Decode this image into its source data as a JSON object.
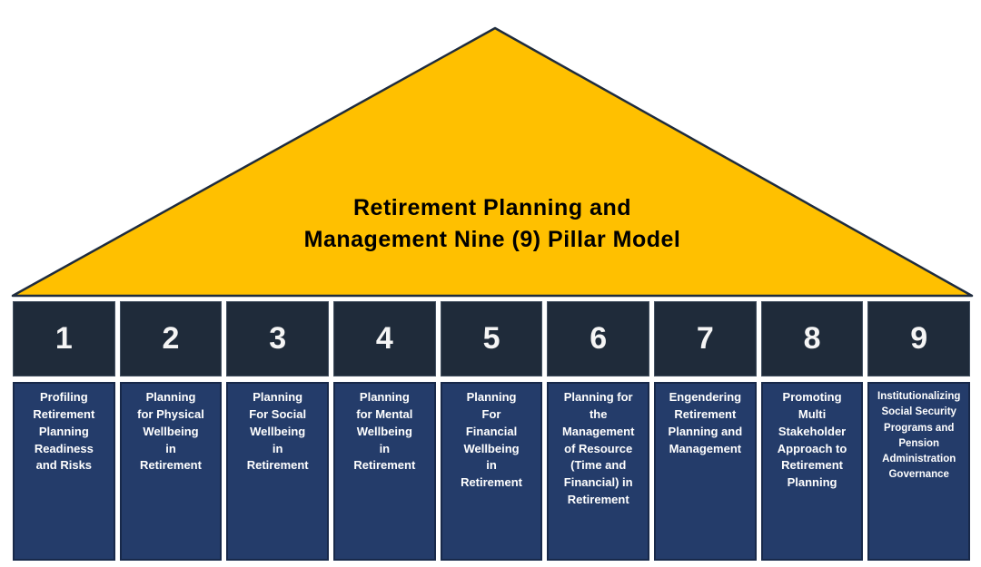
{
  "diagram": {
    "title": "Retirement Planning and\nManagement Nine (9) Pillar Model",
    "colors": {
      "roof_fill": "#FFC000",
      "roof_outline": "#1F2C3E",
      "header_fill": "#1F2B3A",
      "body_fill": "#243C6A",
      "title_text": "#000000",
      "pillar_text": "#FFFFFF"
    },
    "pillars": [
      {
        "number": "1",
        "label": "Profiling\nRetirement\nPlanning\nReadiness\nand Risks"
      },
      {
        "number": "2",
        "label": "Planning\nfor Physical\nWellbeing\nin\nRetirement"
      },
      {
        "number": "3",
        "label": "Planning\nFor Social\nWellbeing\nin\nRetirement"
      },
      {
        "number": "4",
        "label": "Planning\nfor Mental\nWellbeing\nin\nRetirement"
      },
      {
        "number": "5",
        "label": "Planning\nFor\nFinancial\nWellbeing\nin\nRetirement"
      },
      {
        "number": "6",
        "label": "Planning for\nthe\nManagement\nof Resource\n(Time and\nFinancial) in\nRetirement"
      },
      {
        "number": "7",
        "label": "Engendering\nRetirement\nPlanning and\nManagement"
      },
      {
        "number": "8",
        "label": "Promoting\nMulti\nStakeholder\nApproach to\nRetirement\nPlanning"
      },
      {
        "number": "9",
        "label": "Institutionalizing\nSocial Security\nPrograms and\nPension\nAdministration\nGovernance"
      }
    ]
  }
}
